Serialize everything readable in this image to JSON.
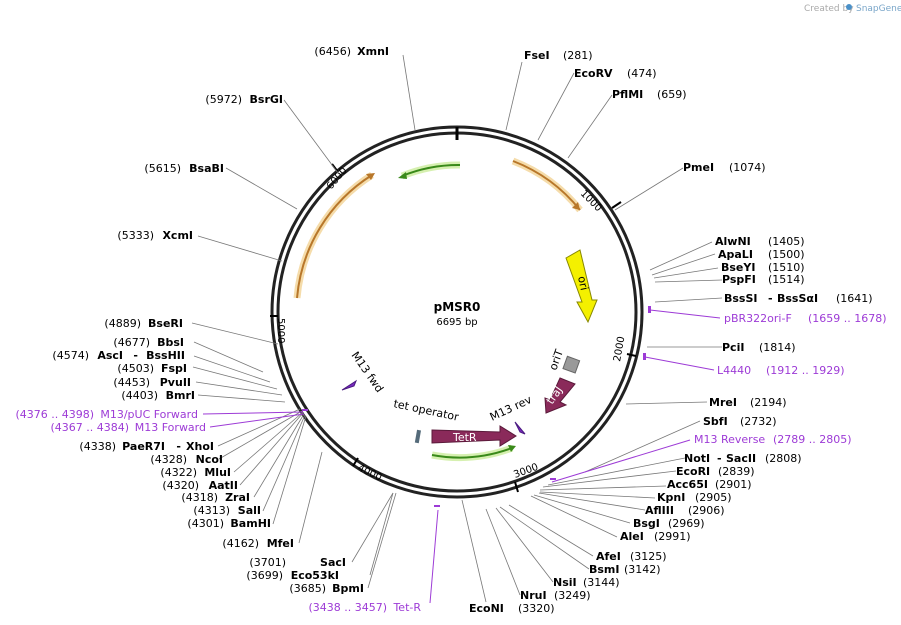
{
  "credit": {
    "text": "Created by",
    "brand": "SnapGene"
  },
  "plasmid": {
    "name": "pMSR0",
    "length": "6695 bp"
  },
  "ticks": [
    "1000",
    "2000",
    "3000",
    "4000",
    "5000",
    "6000"
  ],
  "features": {
    "ori": "ori",
    "orit": "oriT",
    "traj": "traJ",
    "tetr": "TetR",
    "tetop": "tet operator",
    "m13fwd": "M13 fwd",
    "m13rev": "M13 rev"
  },
  "right_sites": [
    {
      "name": "FseI",
      "pos": "(281)"
    },
    {
      "name": "EcoRV",
      "pos": "(474)"
    },
    {
      "name": "PflMI",
      "pos": "(659)"
    },
    {
      "name": "PmeI",
      "pos": "(1074)"
    },
    {
      "name": "AlwNI",
      "pos": "(1405)"
    },
    {
      "name": "ApaLI",
      "pos": "(1500)"
    },
    {
      "name": "BseYI",
      "pos": "(1510)"
    },
    {
      "name": "PspFI",
      "pos": "(1514)"
    },
    {
      "name": "BssSI",
      "name2": "BssSαI",
      "pos": "(1641)"
    },
    {
      "name": "PciI",
      "pos": "(1814)"
    },
    {
      "name": "MreI",
      "pos": "(2194)"
    },
    {
      "name": "SbfI",
      "pos": "(2732)"
    },
    {
      "name": "NotI",
      "name2": "SacII",
      "pos": "(2808)"
    },
    {
      "name": "EcoRI",
      "pos": "(2839)"
    },
    {
      "name": "Acc65I",
      "pos": "(2901)"
    },
    {
      "name": "KpnI",
      "pos": "(2905)"
    },
    {
      "name": "AflIII",
      "pos": "(2906)"
    },
    {
      "name": "BsgI",
      "pos": "(2969)"
    },
    {
      "name": "AleI",
      "pos": "(2991)"
    },
    {
      "name": "AfeI",
      "pos": "(3125)"
    },
    {
      "name": "BsmI",
      "pos": "(3142)"
    },
    {
      "name": "NsiI",
      "pos": "(3144)"
    },
    {
      "name": "NruI",
      "pos": "(3249)"
    },
    {
      "name": "EcoNI",
      "pos": "(3320)"
    }
  ],
  "left_sites": [
    {
      "name": "XmnI",
      "pos": "(6456)"
    },
    {
      "name": "BsrGI",
      "pos": "(5972)"
    },
    {
      "name": "BsaBI",
      "pos": "(5615)"
    },
    {
      "name": "XcmI",
      "pos": "(5333)"
    },
    {
      "name": "BseRI",
      "pos": "(4889)"
    },
    {
      "name": "BbsI",
      "pos": "(4677)"
    },
    {
      "name": "AscI",
      "name2": "BssHII",
      "pos": "(4574)"
    },
    {
      "name": "FspI",
      "pos": "(4503)"
    },
    {
      "name": "PvuII",
      "pos": "(4453)"
    },
    {
      "name": "BmrI",
      "pos": "(4403)"
    },
    {
      "name": "PaeR7I",
      "name2": "XhoI",
      "pos": "(4338)"
    },
    {
      "name": "NcoI",
      "pos": "(4328)"
    },
    {
      "name": "MluI",
      "pos": "(4322)"
    },
    {
      "name": "AatII",
      "pos": "(4320)"
    },
    {
      "name": "ZraI",
      "pos": "(4318)"
    },
    {
      "name": "SalI",
      "pos": "(4313)"
    },
    {
      "name": "BamHI",
      "pos": "(4301)"
    },
    {
      "name": "MfeI",
      "pos": "(4162)"
    },
    {
      "name": "SacI",
      "pos": "(3701)"
    },
    {
      "name": "Eco53kI",
      "pos": "(3699)"
    },
    {
      "name": "BpmI",
      "pos": "(3685)"
    }
  ],
  "primers": [
    {
      "name": "pBR322ori-F",
      "range": "(1659 .. 1678)"
    },
    {
      "name": "L4440",
      "range": "(1912 .. 1929)"
    },
    {
      "name": "M13 Reverse",
      "range": "(2789 .. 2805)"
    },
    {
      "name": "M13/pUC Forward",
      "range": "(4376 .. 4398)"
    },
    {
      "name": "M13 Forward",
      "range": "(4367 .. 4384)"
    },
    {
      "name": "Tet-R",
      "range": "(3438 .. 3457)"
    }
  ]
}
